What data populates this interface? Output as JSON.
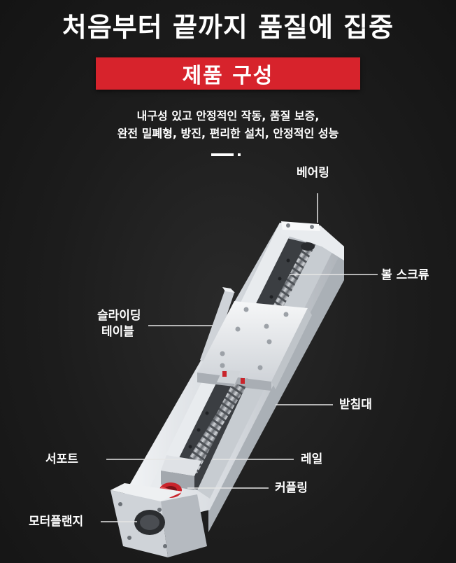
{
  "headline": "처음부터 끝까지 품질에 집중",
  "banner": "제품 구성",
  "description": {
    "line1": "내구성 있고 안정적인 작동, 품질 보증,",
    "line2": "완전 밀폐형, 방진, 편리한 설치, 안정적인 성능"
  },
  "labels": {
    "bearing": "베어링",
    "ball_screw": "볼 스크류",
    "sliding_table_line1": "슬라이딩",
    "sliding_table_line2": "테이블",
    "base": "받침대",
    "support": "서포트",
    "rail": "레일",
    "coupling": "커플링",
    "motor_flange": "모터플랜지"
  },
  "colors": {
    "banner": "#d7232c",
    "background": "#1c1c1c",
    "aluminum": "#d9dde2",
    "coupling": "#c9242b"
  }
}
